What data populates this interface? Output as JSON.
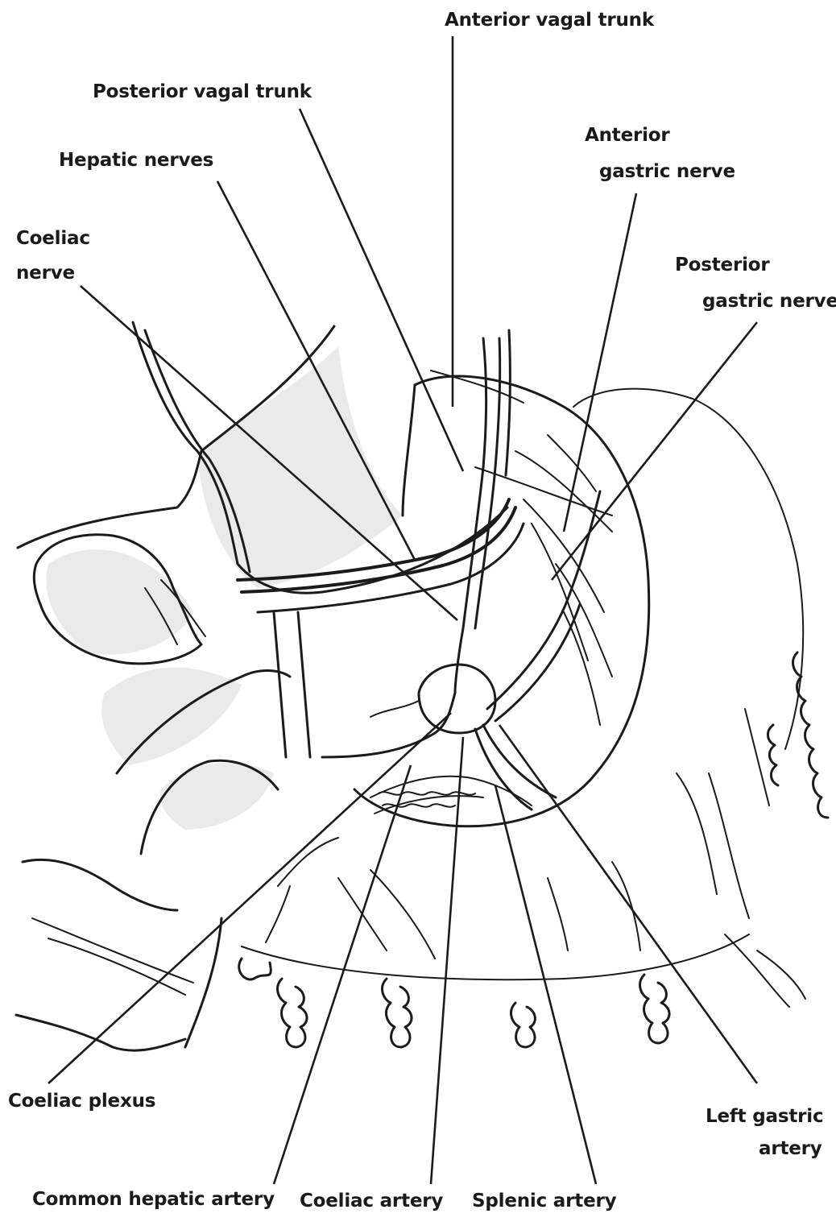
{
  "labels": {
    "anterior_vagal_trunk": "Anterior vagal trunk",
    "posterior_vagal_trunk": "Posterior vagal trunk",
    "hepatic_nerves": "Hepatic nerves",
    "coeliac_nerve_1": "Coeliac",
    "coeliac_nerve_2": "nerve",
    "anterior_gastric_nerve_1": "Anterior",
    "anterior_gastric_nerve_2": "gastric nerve",
    "posterior_gastric_nerve_1": "Posterior",
    "posterior_gastric_nerve_2": "gastric nerve",
    "coeliac_plexus": "Coeliac plexus",
    "left_gastric_artery_1": "Left gastric",
    "left_gastric_artery_2": "artery",
    "common_hepatic_artery": "Common hepatic artery",
    "coeliac_artery": "Coeliac artery",
    "splenic_artery": "Splenic artery"
  }
}
